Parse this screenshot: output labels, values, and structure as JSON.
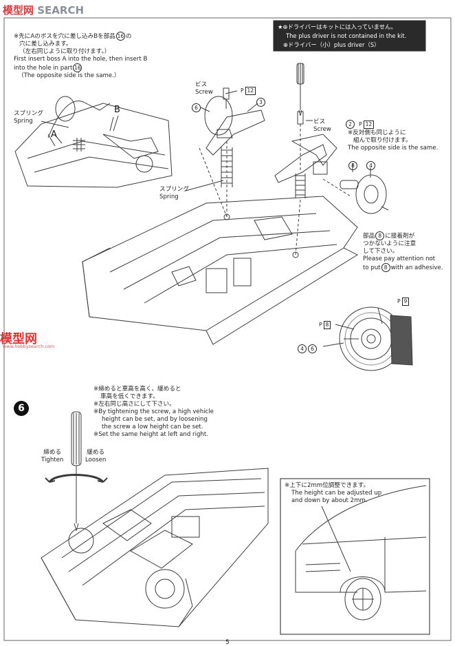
{
  "watermark": {
    "site_cn": "模型网",
    "search": "SEARCH",
    "domain": "www.hobbysearch.com"
  },
  "top_note": {
    "jp1": "※先にAのボスを穴に差し込みBを部品",
    "part_num": "16",
    "jp1b": "の",
    "jp2": "穴に差し込みます。",
    "jp3": "（左右同じように取り付けます。）",
    "en1": "First insert boss A into the hole, then insert B",
    "en2": "into the hole in part",
    "en2_part": "16",
    "en3": "（The opposite side is the same.）"
  },
  "labels_left": {
    "spring_jp": "スプリング",
    "spring_en": "Spring",
    "a": "A",
    "b": "B"
  },
  "driver_note": {
    "line1": "ドライバーはキットには入っていません。",
    "line2": "The plus driver is not contained in the kit.",
    "line3": "ドライバー（小）plus driver（S）",
    "star": "★"
  },
  "center_labels": {
    "screw_jp": "ビス",
    "screw_en": "Screw",
    "ph_a": "P",
    "ph_a_num": "12",
    "part6": "6",
    "part3": "3",
    "screw2_jp": "ビス",
    "screw2_en": "Screw",
    "part2": "2",
    "ph_b": "P",
    "ph_b_num": "12",
    "opp_jp1": "※反対側も同じように",
    "opp_jp2": "組んで取り付けます。",
    "opp_en": "The opposite side is the same.",
    "part8": "8",
    "part4": "4",
    "spring_jp": "スプリング",
    "spring_en": "Spring"
  },
  "adhesive_note": {
    "jp1": "部品",
    "part": "8",
    "jp1b": "に接着剤が",
    "jp2": "つかないように注意",
    "jp3": "して下さい。",
    "en1": "Please pay attention not",
    "en2": "to put",
    "en2_part": "8",
    "en2b": "with an adhesive."
  },
  "brake_labels": {
    "ph_c": "P",
    "ph_c_num": "9",
    "ph_d": "P",
    "ph_d_num": "8",
    "part4": "4",
    "part6": "6"
  },
  "step": {
    "number": "6",
    "jp1": "※締めると車高を高く、緩めると",
    "jp2": "車高を低くできます。",
    "jp3": "※左右同じ高さにして下さい。",
    "en1": "※By tightening the screw, a high vehicle",
    "en2": "height can be set, and by loosening",
    "en3": "the screw a low height can be set.",
    "en4": "※Set the same height at left and right.",
    "tighten_jp": "締める",
    "tighten_en": "Tighten",
    "loosen_jp": "緩める",
    "loosen_en": "Loosen"
  },
  "height_box": {
    "jp": "※上下に2mm位調整できます。",
    "en1": "The height can be adjusted up",
    "en2": "and down by about 2mm."
  },
  "page_number": "5"
}
